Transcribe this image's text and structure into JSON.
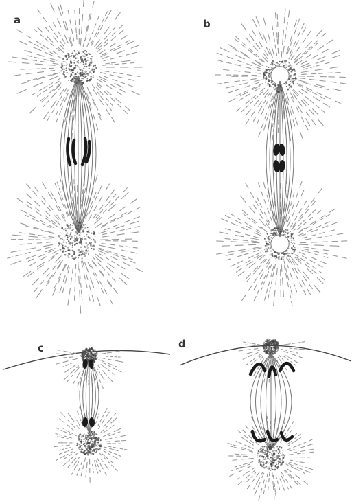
{
  "figure": {
    "panels": [
      {
        "label": "a"
      },
      {
        "label": "b"
      },
      {
        "label": "c"
      },
      {
        "label": "d"
      }
    ],
    "colors": {
      "background": "#ffffff",
      "ink": "#444444",
      "fiber": "#777777",
      "ray": "#999999",
      "chromosome": "#1a1a1a"
    }
  }
}
